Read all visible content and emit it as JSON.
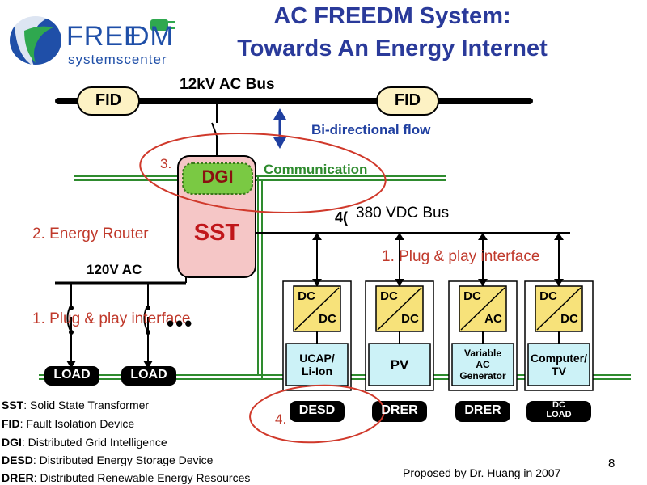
{
  "slide": {
    "title_line1": "AC FREEDM System:",
    "title_line2": "Towards An Energy Internet",
    "page_number": "8",
    "credit": "Proposed by Dr. Huang in 2007"
  },
  "logo": {
    "word_free": "FREE",
    "word_dm": "DM",
    "subtitle": "systemscenter"
  },
  "diagram": {
    "ac_bus": "12kV AC Bus",
    "fid_left": "FID",
    "fid_right": "FID",
    "bidirectional": "Bi-directional flow",
    "step3": "3.",
    "dgi": "DGI",
    "communication": "Communication",
    "sst": "SST",
    "energy_router": "2. Energy Router",
    "dc_bus_overlap": "4(",
    "dc_bus": "380 VDC Bus",
    "ac_120": "120V AC",
    "plug_play_right": "1. Plug & play interface",
    "plug_play_left": "1. Plug & play interface",
    "ellipsis": "•••",
    "load1": "LOAD",
    "load2": "LOAD",
    "step4": "4.",
    "converters": [
      {
        "top": "DC",
        "bottom": "DC",
        "device": [
          "UCAP/",
          "Li-Ion"
        ],
        "label": "DESD"
      },
      {
        "top": "DC",
        "bottom": "DC",
        "device": [
          "PV"
        ],
        "label": "DRER"
      },
      {
        "top": "DC",
        "bottom": "AC",
        "device": [
          "Variable",
          "AC",
          "Generator"
        ],
        "label": "DRER"
      },
      {
        "top": "DC",
        "bottom": "DC",
        "device": [
          "Computer/",
          "TV"
        ],
        "label": [
          "DC",
          "LOAD"
        ]
      }
    ]
  },
  "legend": [
    {
      "abbr": "SST",
      "text": ": Solid State Transformer"
    },
    {
      "abbr": "FID",
      "text": ": Fault Isolation Device"
    },
    {
      "abbr": "DGI",
      "text": ": Distributed Grid Intelligence"
    },
    {
      "abbr": "DESD",
      "text": ": Distributed Energy Storage Device"
    },
    {
      "abbr": "DRER",
      "text": ": Distributed Renewable Energy Resources"
    }
  ],
  "colors": {
    "title": "#2a3a9a",
    "annotation_red": "#c0392b",
    "comm_line": "#2e8b2e",
    "sst_fill": "#f5c6c6",
    "dgi_fill": "#7ac943",
    "fid_fill": "#fdf2c4",
    "device_fill": "#ccf2f7",
    "converter_fill": "#f7e27a"
  }
}
